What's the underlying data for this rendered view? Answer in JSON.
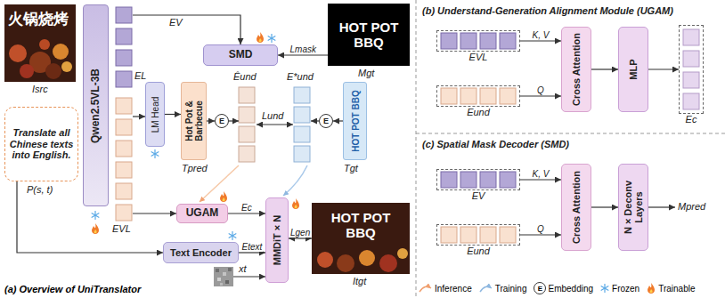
{
  "diagram": {
    "caption": "(a) Overview of UniTranslator",
    "nodes": [
      {
        "text": [
          "Translate all Chinese texts into English."
        ]
      },
      {
        "text": [
          "Qwen2.5VL-3B"
        ]
      },
      {
        "text": [
          "SMD"
        ]
      },
      {
        "text": [
          "HOT POT BBQ"
        ]
      },
      {
        "text": [
          "LM Head"
        ]
      },
      {
        "text": [
          "Hot Pot & Barbecue"
        ]
      },
      {
        "text": [
          "E"
        ]
      },
      {
        "text": [
          "E"
        ]
      },
      {
        "text": [
          "HOT POT BBQ"
        ]
      },
      {
        "text": [
          "UGAM"
        ]
      },
      {
        "text": [
          "Text Encoder"
        ]
      },
      {
        "text": [
          "MMDiT × N"
        ]
      },
      {
        "text": [
          "HOT POT BBQ"
        ]
      },
      {
        "text": [
          "EVL"
        ]
      },
      {
        "text": [
          "Eund"
        ]
      },
      {
        "text": [
          "Cross Attention"
        ]
      },
      {
        "text": [
          "MLP"
        ]
      },
      {
        "text": [
          "Ec"
        ]
      },
      {
        "text": [
          "EV"
        ]
      },
      {
        "text": [
          "Eund"
        ]
      },
      {
        "text": [
          "Cross Attention"
        ]
      },
      {
        "text": [
          "N × Deconv Layers"
        ]
      }
    ],
    "edges": [
      {
        "from": 4,
        "to": 5,
        "arrow": "to"
      },
      {
        "from": 5,
        "to": 6,
        "arrow": "to"
      },
      {
        "from": 8,
        "to": 7,
        "arrow": "to"
      },
      {
        "from": 3,
        "to": 2,
        "label": "Lmask",
        "arrow": "to"
      },
      {
        "from": 0,
        "to": 10,
        "arrow": "to"
      },
      {
        "from": 9,
        "to": 11,
        "label": "Ec",
        "arrow": "to"
      },
      {
        "from": 10,
        "to": 11,
        "label": "Etext",
        "arrow": "to"
      },
      {
        "from": 11,
        "to": 12,
        "label": "Lgen",
        "arrow": "both"
      },
      {
        "from": 13,
        "to": 15,
        "label": "K, V",
        "arrow": "to"
      },
      {
        "from": 14,
        "to": 15,
        "label": "Q",
        "arrow": "to"
      },
      {
        "from": 15,
        "to": 16,
        "arrow": "to"
      },
      {
        "from": 16,
        "to": 17,
        "arrow": "to"
      },
      {
        "from": 18,
        "to": 20,
        "label": "K, V",
        "arrow": "to"
      },
      {
        "from": 19,
        "to": 20,
        "label": "Q",
        "arrow": "to"
      },
      {
        "from": 20,
        "to": 21,
        "arrow": "to"
      }
    ],
    "labels": [
      "火锅烧烤",
      "Isrc",
      "P(s, t)",
      "EV",
      "EL",
      "EVL",
      "Tpred",
      "Êund",
      "Lund",
      "E*und",
      "Tgt",
      "Mgt",
      "xt",
      "Itgt",
      "(b) Understand-Generation Alignment Module (UGAM)",
      "(c) Spatial Mask Decoder (SMD)",
      "Mpred",
      "E"
    ],
    "legend": [
      {
        "text": "Inference"
      },
      {
        "text": "Training"
      },
      {
        "text": "Embedding"
      },
      {
        "text": "Frozen"
      },
      {
        "text": "Trainable"
      }
    ]
  }
}
